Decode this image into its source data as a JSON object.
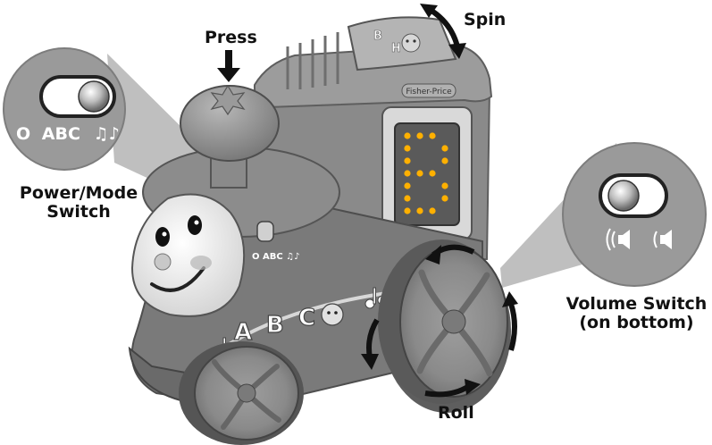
{
  "labels": {
    "press": "Press",
    "spin": "Spin",
    "power_mode_line1": "Power/Mode",
    "power_mode_line2": "Switch",
    "volume_line1": "Volume Switch",
    "volume_line2": "(on bottom)",
    "roll": "Roll"
  },
  "switch_legend": {
    "off": "O",
    "abc": "ABC",
    "music": "♫♪"
  },
  "toy_small_legend": "O ABC ♫♪",
  "brand": "Fisher-Price",
  "train_letters": [
    "A",
    "B",
    "C"
  ],
  "icons": [
    "volume-loud-icon",
    "volume-soft-icon",
    "music-notes-icon",
    "star-icon"
  ],
  "colors": {
    "body_dark": "#6f6f6f",
    "body_mid": "#8a8a8a",
    "body_light": "#a8a8a8",
    "callout": "#9a9a9a",
    "face": "#e9e9e9",
    "led": "#ffb000",
    "text": "#111111"
  }
}
